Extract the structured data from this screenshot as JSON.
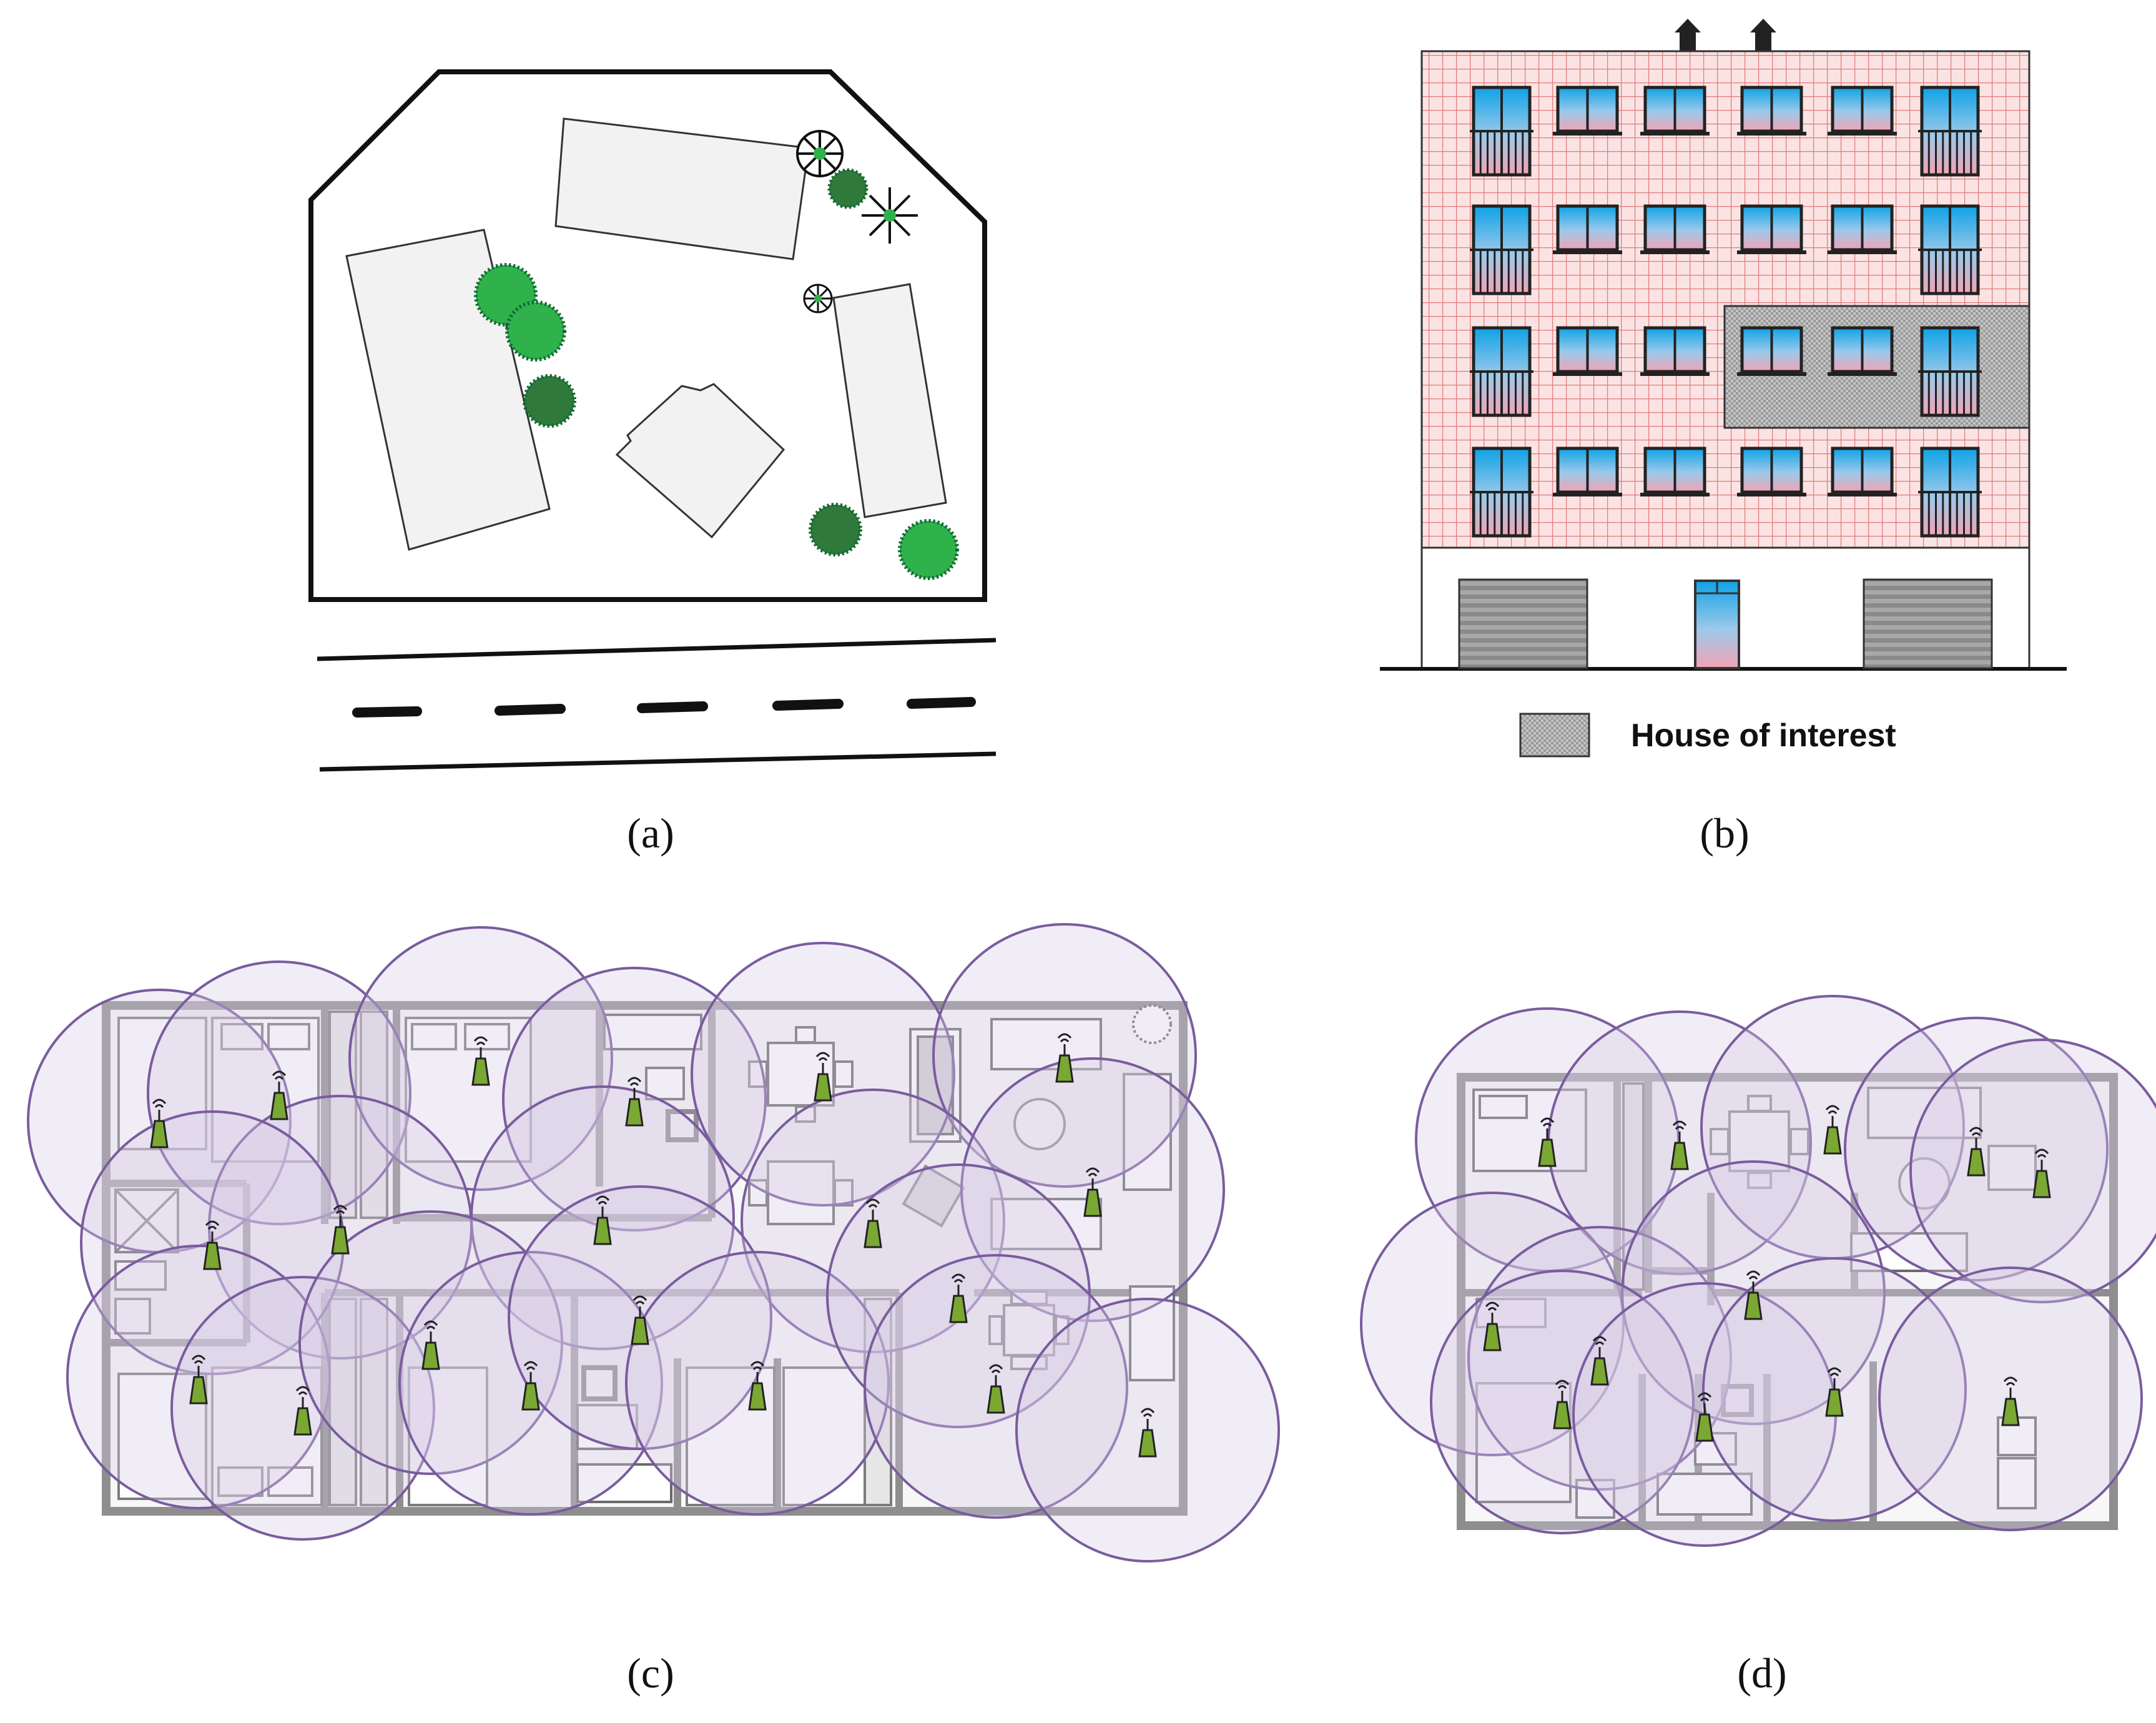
{
  "panels": {
    "a": {
      "label": "(a)"
    },
    "b": {
      "label": "(b)",
      "legend_text": "House of interest"
    },
    "c": {
      "label": "(c)"
    },
    "d": {
      "label": "(d)"
    }
  },
  "colors": {
    "building_fill": "#f1f2f1",
    "tree_light": "#2fb24c",
    "tree_dark": "#2f7a3a",
    "facade_fill": "#fbe3e3",
    "facade_grid": "#e07a7a",
    "window_top": "#1aa6e8",
    "window_bottom": "#f0a6b6",
    "house_highlight": "#b9b9b9",
    "wall_gray": "#9b9b9b",
    "coverage_fill": "#d6cce6",
    "coverage_stroke": "#7a5c9e",
    "sensor_green": "#7aa833"
  },
  "icons": {
    "sensor": "antenna-sensor-icon",
    "tree": "tree-icon",
    "chimney": "chimney-icon"
  }
}
